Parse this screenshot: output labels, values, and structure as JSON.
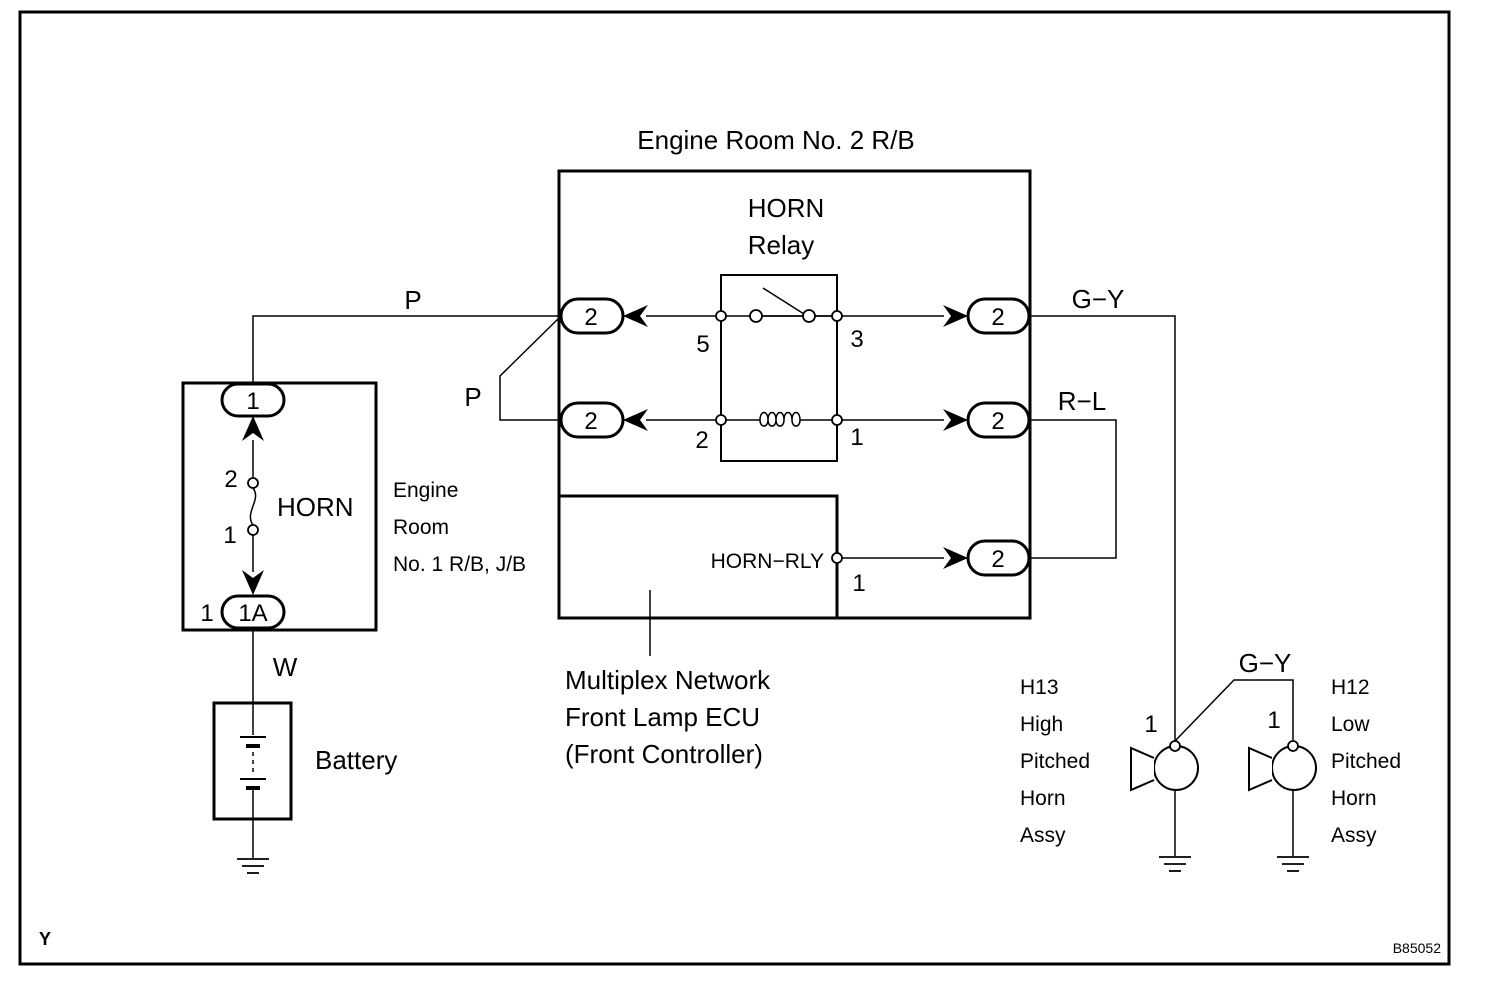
{
  "diagram_code": "B85052",
  "corner_mark": "Y",
  "r_b2": {
    "title": "Engine Room No. 2 R/B",
    "relay_name": "HORN",
    "relay_word": "Relay",
    "pin_5": "5",
    "pin_3": "3",
    "pin_2": "2",
    "pin_1": "1",
    "conn_top_left": "2",
    "conn_mid_left": "2",
    "conn_top_right": "2",
    "conn_mid_right": "2",
    "conn_bottom_right": "2"
  },
  "ecu": {
    "pin_label": "HORN−RLY",
    "pin_number": "1",
    "name_line1": "Multiplex Network",
    "name_line2": "Front Lamp ECU",
    "name_line3": "(Front Controller)"
  },
  "r_b1": {
    "fuse_name": "HORN",
    "conn_top": "1",
    "conn_bottom": "1A",
    "conn_bottom_pin": "1",
    "fuse_pin_2": "2",
    "fuse_pin_1": "1",
    "label_line1": "Engine",
    "label_line2": "Room",
    "label_line3": "No. 1 R/B, J/B"
  },
  "battery": {
    "label": "Battery"
  },
  "wires": {
    "p_top": "P",
    "p_left": "P",
    "w": "W",
    "gy_top": "G−Y",
    "rl": "R−L",
    "gy_horns": "G−Y"
  },
  "horn_h13": {
    "pin": "1",
    "line1": "H13",
    "line2": "High",
    "line3": "Pitched",
    "line4": "Horn",
    "line5": "Assy"
  },
  "horn_h12": {
    "pin": "1",
    "line1": "H12",
    "line2": "Low",
    "line3": "Pitched",
    "line4": "Horn",
    "line5": "Assy"
  }
}
